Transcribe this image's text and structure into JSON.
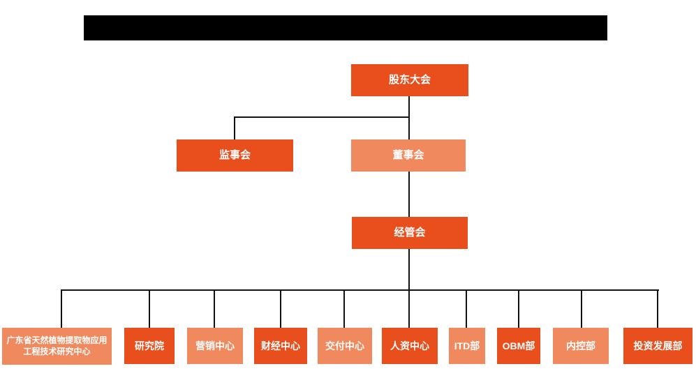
{
  "colors": {
    "primary": "#E84F1D",
    "secondary": "#F08A5E",
    "connector": "#111111",
    "title_bar_bg": "#000000",
    "box_text": "#ffffff"
  },
  "title_bar": {
    "text": ""
  },
  "org": {
    "level1": [
      {
        "label": "股东大会",
        "variant": "primary"
      }
    ],
    "level2": [
      {
        "label": "监事会",
        "variant": "primary"
      },
      {
        "label": "董事会",
        "variant": "secondary"
      }
    ],
    "level3": [
      {
        "label": "经管会",
        "variant": "primary"
      }
    ],
    "level4": [
      {
        "label": "广东省天然植物提取物应用工程技术研究中心",
        "variant": "secondary"
      },
      {
        "label": "研究院",
        "variant": "primary"
      },
      {
        "label": "营销中心",
        "variant": "secondary"
      },
      {
        "label": "财经中心",
        "variant": "primary"
      },
      {
        "label": "交付中心",
        "variant": "secondary"
      },
      {
        "label": "人资中心",
        "variant": "primary"
      },
      {
        "label": "ITD部",
        "variant": "secondary"
      },
      {
        "label": "OBM部",
        "variant": "primary"
      },
      {
        "label": "内控部",
        "variant": "secondary"
      },
      {
        "label": "投资发展部",
        "variant": "primary"
      }
    ]
  }
}
